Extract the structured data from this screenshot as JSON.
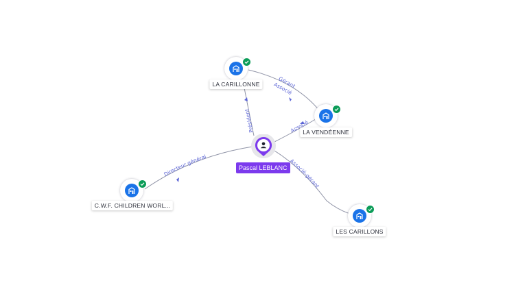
{
  "graph": {
    "person": {
      "name": "Pascal LEBLANC",
      "icon": "person-icon",
      "color": "#7c3aed"
    },
    "companies": [
      {
        "id": "la-carillonne",
        "name": "LA CARILLONNE",
        "icon": "company-building-icon",
        "status_icon": "verified-check-icon"
      },
      {
        "id": "la-vendeenne",
        "name": "LA VENDÉENNE",
        "icon": "company-building-icon",
        "status_icon": "verified-check-icon"
      },
      {
        "id": "cwf-children",
        "name": "C.W.F. CHILDREN WORL...",
        "icon": "company-building-icon",
        "status_icon": "verified-check-icon"
      },
      {
        "id": "les-carillons",
        "name": "LES CARILLONS",
        "icon": "company-building-icon",
        "status_icon": "verified-check-icon"
      }
    ],
    "relations": [
      {
        "from": "person",
        "to": "la-carillonne",
        "label": "Président"
      },
      {
        "from": "person",
        "to": "la-vendeenne",
        "label": "Associé"
      },
      {
        "from": "person",
        "to": "cwf-children",
        "label": "Directeur général"
      },
      {
        "from": "person",
        "to": "les-carillons",
        "label": "Associé-gérant"
      },
      {
        "from": "la-carillonne",
        "to": "la-vendeenne",
        "label": "Gérant"
      },
      {
        "from": "la-carillonne",
        "to": "la-vendeenne",
        "label": "Associé"
      }
    ]
  },
  "colors": {
    "company": "#1a73e8",
    "verified": "#0b9c58",
    "edge": "#8f93a6",
    "edge_label": "#5b64d6"
  }
}
